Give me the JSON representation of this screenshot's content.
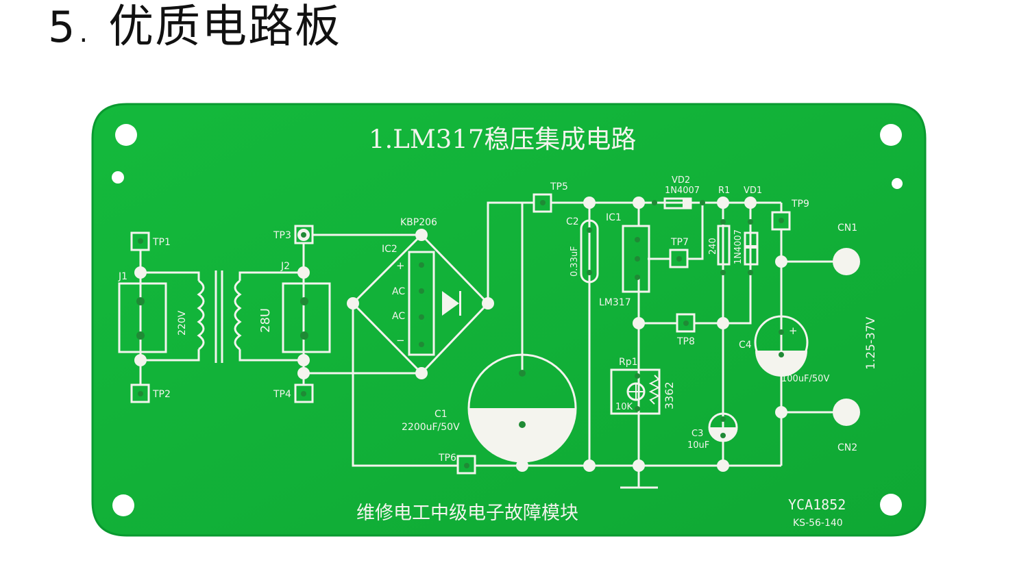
{
  "heading": {
    "number": "5",
    "separator": ".",
    "text": "优质电路板"
  },
  "colors": {
    "pcb": "#12b23a",
    "pcb_edge": "#0a9a30",
    "silk": "#f4f4ee",
    "hole": "#ffffff",
    "pad": "#1f8a35"
  },
  "board": {
    "title": "1.LM317稳压集成电路",
    "footer": "维修电工中级电子故障模块",
    "model": "YCA1852",
    "code": "KS-56-140",
    "output_range": "1.25-37V"
  },
  "labels": {
    "tp1": "TP1",
    "tp2": "TP2",
    "tp3": "TP3",
    "tp4": "TP4",
    "tp5": "TP5",
    "tp6": "TP6",
    "tp7": "TP7",
    "tp8": "TP8",
    "tp9": "TP9",
    "j1": "J1",
    "j2": "J2",
    "v220": "220V",
    "v28": "28U",
    "kbp": "KBP206",
    "ic2": "IC2",
    "plus": "+",
    "ac1": "AC",
    "ac2": "AC",
    "minus": "−",
    "c1": "C1",
    "c1_val": "2200uF/50V",
    "c2": "C2",
    "c2_val": "0.33uF",
    "ic1": "IC1",
    "lm317": "LM317",
    "vd2": "VD2",
    "vd2_val": "1N4007",
    "r1": "R1",
    "r1_val": "240",
    "vd1": "VD1",
    "vd1_val": "1N4007",
    "rp1": "Rp1",
    "rp1_val": "10K",
    "rp1_code": "3362",
    "c3": "C3",
    "c3_val": "10uF",
    "c4": "C4",
    "c4_plus": "+",
    "c4_val": "100uF/50V",
    "cn1": "CN1",
    "cn2": "CN2"
  }
}
